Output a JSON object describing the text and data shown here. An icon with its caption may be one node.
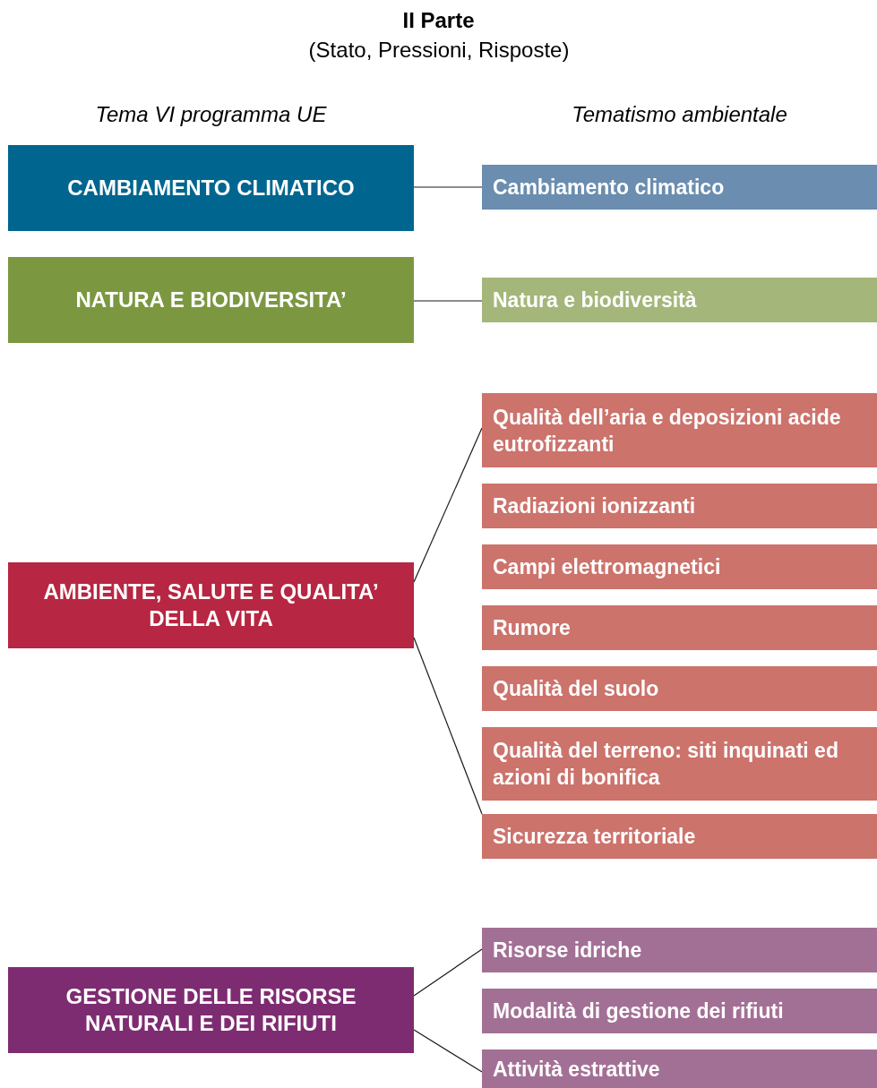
{
  "diagram": {
    "title": "II Parte",
    "nodes": [
      {
        "text": [
          "CAMBIAMENTO CLIMATICO"
        ]
      },
      {
        "text": [
          "Cambiamento climatico"
        ]
      },
      {
        "text": [
          "NATURA E BIODIVERSITA’"
        ]
      },
      {
        "text": [
          "Natura e biodiversità"
        ]
      },
      {
        "text": [
          "AMBIENTE, SALUTE E QUALITA’ DELLA VITA"
        ]
      },
      {
        "text": [
          "Qualità dell’aria e deposizioni acide eutrofizzanti"
        ]
      },
      {
        "text": [
          "Radiazioni ionizzanti"
        ]
      },
      {
        "text": [
          "Campi elettromagnetici"
        ]
      },
      {
        "text": [
          "Rumore"
        ]
      },
      {
        "text": [
          "Qualità del suolo"
        ]
      },
      {
        "text": [
          "Qualità del terreno: siti inquinati ed azioni di bonifica"
        ]
      },
      {
        "text": [
          "Sicurezza territoriale"
        ]
      },
      {
        "text": [
          "GESTIONE DELLE RISORSE NATURALI E DEI RIFIUTI"
        ]
      },
      {
        "text": [
          "Risorse idriche"
        ]
      },
      {
        "text": [
          "Modalità di gestione dei rifiuti"
        ]
      },
      {
        "text": [
          "Attività estrattive"
        ]
      }
    ],
    "edges": [
      {
        "from": 0,
        "to": 1,
        "arrow": "none"
      },
      {
        "from": 2,
        "to": 3,
        "arrow": "none"
      },
      {
        "from": 4,
        "to": 5,
        "arrow": "none"
      },
      {
        "from": 4,
        "to": 11,
        "arrow": "none"
      },
      {
        "from": 12,
        "to": 13,
        "arrow": "none"
      },
      {
        "from": 12,
        "to": 15,
        "arrow": "none"
      }
    ],
    "labels": [
      "(Stato, Pressioni, Risposte)",
      "Tema VI programma UE",
      "Tematismo ambientale"
    ]
  }
}
